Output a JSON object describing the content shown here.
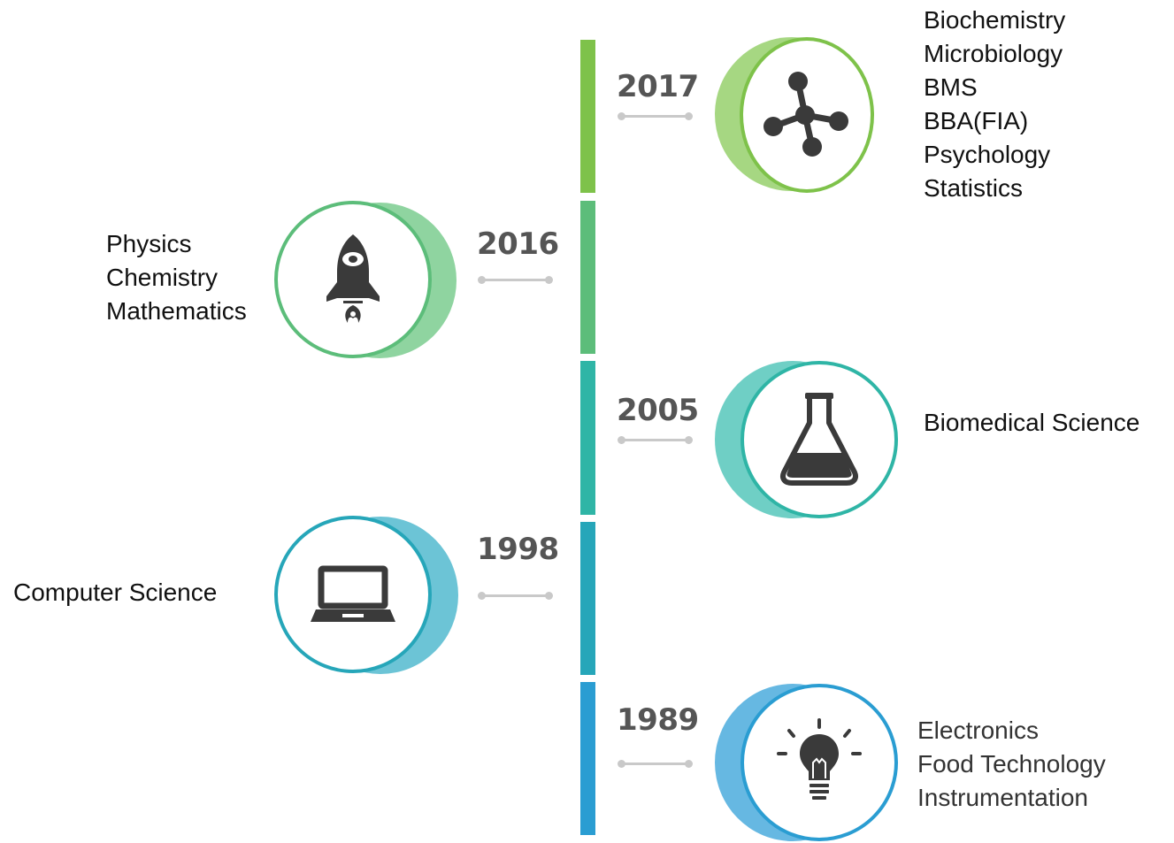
{
  "colors": {
    "bar_2017": "#7ec24a",
    "bar_2016": "#5cbd7a",
    "bar_2005": "#2fb5a6",
    "bar_1998": "#26a6b9",
    "bar_1989": "#2a9dd2",
    "year_text": "#555555",
    "icon": "#3a3a3a"
  },
  "timeline": [
    {
      "year": "2017",
      "icon": "molecule-icon",
      "subjects": [
        "Biochemistry",
        "Microbiology",
        "BMS",
        "BBA(FIA)",
        "Psychology",
        "Statistics"
      ]
    },
    {
      "year": "2016",
      "icon": "rocket-icon",
      "subjects": [
        "Physics",
        "Chemistry",
        "Mathematics"
      ]
    },
    {
      "year": "2005",
      "icon": "flask-icon",
      "subjects": [
        "Biomedical Science"
      ]
    },
    {
      "year": "1998",
      "icon": "laptop-icon",
      "subjects": [
        "Computer Science"
      ]
    },
    {
      "year": "1989",
      "icon": "lightbulb-icon",
      "subjects": [
        "Electronics",
        "Food Technology",
        "Instrumentation"
      ]
    }
  ]
}
